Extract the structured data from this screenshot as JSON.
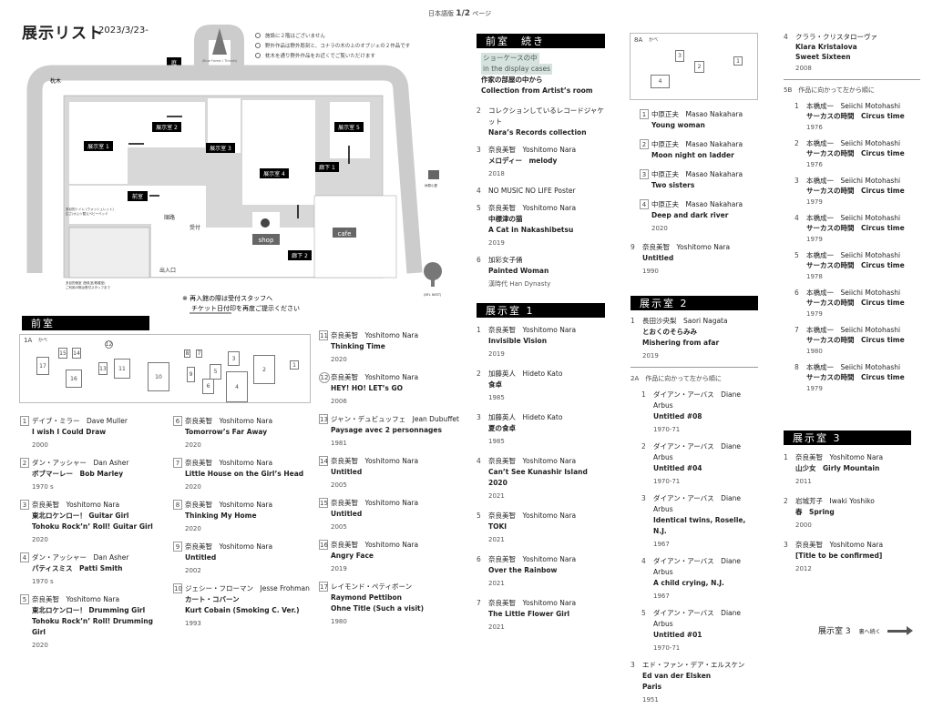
{
  "header": {
    "title": "展示リスト",
    "date": "2023/3/23-",
    "edition": "日本語版",
    "page": "1/2",
    "page_suffix": "ページ"
  },
  "map": {
    "notes": [
      "施設に２階はございません",
      "野外作品は野外彫刻と、コナラの木の上のオブジェの２作品です",
      "枕木を通り野外作品をお近くでご覧いただけます"
    ],
    "garden": "庭",
    "sleepers": "枕木",
    "outdoor_top": "(Blue Forest / Thicket)",
    "outdoor_bottom": "(BFL NEST)",
    "rooms": {
      "r1": "展示室 1",
      "r2": "展示室 2",
      "r3": "展示室 3",
      "r4": "展示室 4",
      "r5": "展示室 5",
      "front": "前室",
      "hall1": "廊下 1",
      "hall2": "廊下 2",
      "shop": "shop",
      "cafe": "cafe",
      "reception": "受付",
      "route": "順路",
      "entrance": "出入口",
      "toilet": "多目的トイレ (ウォッシュレット)",
      "toilet2": "広さ/オムツ替えベビーベッド",
      "nursing": "多目的個室 (授乳室/救護室)",
      "nursing2": "ご利用の際は受付スタッフまで",
      "locker": "休憩小屋"
    },
    "reentry": [
      "※ 再入館の際は受付スタッフへ",
      "チケット日付印を再度ご提示ください"
    ]
  },
  "front_room": {
    "title": "前室",
    "wall_label": "1A",
    "wall_sub": "かべ",
    "wall_boxes": [
      "17",
      "15",
      "14",
      "16",
      "13",
      "11",
      "10",
      "8",
      "7",
      "9",
      "5",
      "6",
      "3",
      "4",
      "2",
      "1"
    ],
    "wall_circle": "12",
    "items": [
      {
        "n": "1",
        "artist": "デイブ・ミラー　Dave Muller",
        "titles": [
          "I wish I Could Draw"
        ],
        "year": "2000"
      },
      {
        "n": "2",
        "artist": "ダン・アッシャー　Dan Asher",
        "titles": [
          "ボブマーレー　Bob Marley"
        ],
        "year": "1970 s"
      },
      {
        "n": "3",
        "artist": "奈良美智　Yoshitomo Nara",
        "titles": [
          "東北ロケンロー！ Guitar Girl",
          "Tohoku Rock’n’ Roll!  Guitar Girl"
        ],
        "year": "2020"
      },
      {
        "n": "4",
        "artist": "ダン・アッシャー　Dan Asher",
        "titles": [
          "パティスミス　Patti Smith"
        ],
        "year": "1970 s"
      },
      {
        "n": "5",
        "artist": "奈良美智　Yoshitomo Nara",
        "titles": [
          "東北ロケンロー！ Drumming Girl",
          "Tohoku Rock’n’ Roll! Drumming Girl"
        ],
        "year": "2020"
      },
      {
        "n": "6",
        "artist": "奈良美智　Yoshitomo Nara",
        "titles": [
          "Tomorrow’s Far Away"
        ],
        "year": "2020"
      },
      {
        "n": "7",
        "artist": "奈良美智　Yoshitomo Nara",
        "titles": [
          "Little House on the Girl’s Head"
        ],
        "year": "2020"
      },
      {
        "n": "8",
        "artist": "奈良美智　Yoshitomo Nara",
        "titles": [
          "Thinking My Home"
        ],
        "year": "2020"
      },
      {
        "n": "9",
        "artist": "奈良美智　Yoshitomo Nara",
        "titles": [
          "Untitled"
        ],
        "year": "2002"
      },
      {
        "n": "10",
        "artist": "ジェシー・フローマン　Jesse Frohman",
        "titles": [
          "カート・コバーン",
          "Kurt Cobain (Smoking C. Ver.)"
        ],
        "year": "1993"
      },
      {
        "n": "11",
        "artist": "奈良美智　Yoshitomo Nara",
        "titles": [
          "Thinking Time"
        ],
        "year": "2020"
      },
      {
        "n": "12",
        "circle": true,
        "artist": "奈良美智　Yoshitomo Nara",
        "titles": [
          "HEY! HO! LET’s GO"
        ],
        "year": "2006"
      },
      {
        "n": "13",
        "artist": "ジャン・デュビュッフェ　Jean Dubuffet",
        "titles": [
          "Paysage avec 2 personnages"
        ],
        "year": "1981"
      },
      {
        "n": "14",
        "artist": "奈良美智　Yoshitomo Nara",
        "titles": [
          "Untitled"
        ],
        "year": "2005"
      },
      {
        "n": "15",
        "artist": "奈良美智　Yoshitomo Nara",
        "titles": [
          "Untitled"
        ],
        "year": "2005"
      },
      {
        "n": "16",
        "artist": "奈良美智　Yoshitomo Nara",
        "titles": [
          "Angry Face"
        ],
        "year": "2019"
      },
      {
        "n": "17",
        "artist": "レイモンド・ペティボーン",
        "titles": [
          "Raymond Pettibon",
          "Ohne Title (Such a visit)"
        ],
        "year": "1980"
      }
    ]
  },
  "front_cont": {
    "title": "前室　続き",
    "showcase": [
      "ショーケースの中",
      "in the display cases"
    ],
    "collection": [
      "作家の部屋の中から",
      "Collection from Artist’s room"
    ],
    "items": [
      {
        "n": "2",
        "artist": "コレクションしているレコードジャケット",
        "titles": [
          "Nara’s Records collection"
        ]
      },
      {
        "n": "3",
        "artist": "奈良美智　Yoshitomo Nara",
        "titles": [
          "メロディー　melody"
        ],
        "year": "2018"
      },
      {
        "n": "4",
        "artist": "NO MUSIC NO LIFE Poster",
        "titles": []
      },
      {
        "n": "5",
        "artist": "奈良美智　Yoshitomo Nara",
        "titles": [
          "中標津の猫",
          "A Cat in Nakashibetsu"
        ],
        "year": "2019"
      },
      {
        "n": "6",
        "artist": "加彩女子俑",
        "titles": [
          "Painted Woman"
        ],
        "year": "漢時代 Han Dynasty"
      }
    ]
  },
  "room1": {
    "title": "展示室 1",
    "items": [
      {
        "n": "1",
        "artist": "奈良美智　Yoshitomo Nara",
        "titles": [
          "Invisible Vision"
        ],
        "year": "2019"
      },
      {
        "n": "2",
        "artist": "加藤英人　Hideto Kato",
        "titles": [
          "食卓"
        ],
        "year": "1985"
      },
      {
        "n": "3",
        "artist": "加藤英人　Hideto Kato",
        "titles": [
          "夏の食卓"
        ],
        "year": "1985"
      },
      {
        "n": "4",
        "artist": "奈良美智　Yoshitomo Nara",
        "titles": [
          "Can’t See Kunashir Island 2020"
        ],
        "year": "2021"
      },
      {
        "n": "5",
        "artist": "奈良美智　Yoshitomo Nara",
        "titles": [
          "TOKI"
        ],
        "year": "2021"
      },
      {
        "n": "6",
        "artist": "奈良美智　Yoshitomo Nara",
        "titles": [
          "Over the Rainbow"
        ],
        "year": "2021"
      },
      {
        "n": "7",
        "artist": "奈良美智　Yoshitomo Nara",
        "titles": [
          "The Little Flower Girl"
        ],
        "year": "2021"
      }
    ]
  },
  "room1_8a": {
    "wall_label": "8A",
    "wall_sub": "かべ",
    "wall_boxes": [
      "3",
      "2",
      "1",
      "4"
    ],
    "items": [
      {
        "n": "1",
        "artist": "中原正夫　Masao Nakahara",
        "titles": [
          "Young woman"
        ]
      },
      {
        "n": "2",
        "artist": "中原正夫　Masao Nakahara",
        "titles": [
          "Moon night on ladder"
        ]
      },
      {
        "n": "3",
        "artist": "中原正夫　Masao Nakahara",
        "titles": [
          "Two sisters"
        ]
      },
      {
        "n": "4",
        "artist": "中原正夫　Masao Nakahara",
        "titles": [
          "Deep and dark river"
        ],
        "year": "2020"
      }
    ],
    "after": [
      {
        "n": "9",
        "artist": "奈良美智　Yoshitomo Nara",
        "titles": [
          "Untitled"
        ],
        "year": "1990"
      }
    ]
  },
  "room2": {
    "title": "展示室 2",
    "items": [
      {
        "n": "1",
        "artist": "長田沙央梨　Saori Nagata",
        "titles": [
          "とおくのそらみみ",
          "Mishering from afar"
        ],
        "year": "2019"
      }
    ],
    "sub_label": "2A",
    "sub_note": "作品に向かって左から順に",
    "sub_items": [
      {
        "n": "1",
        "artist": "ダイアン・アーバス　Diane Arbus",
        "titles": [
          "Untitled #08"
        ],
        "year": "1970-71"
      },
      {
        "n": "2",
        "artist": "ダイアン・アーバス　Diane Arbus",
        "titles": [
          "Untitled #04"
        ],
        "year": "1970-71"
      },
      {
        "n": "3",
        "artist": "ダイアン・アーバス　Diane Arbus",
        "titles": [
          "Identical twins, Roselle, N.J."
        ],
        "year": "1967"
      },
      {
        "n": "4",
        "artist": "ダイアン・アーバス　Diane Arbus",
        "titles": [
          "A child crying, N.J."
        ],
        "year": "1967"
      },
      {
        "n": "5",
        "artist": "ダイアン・アーバス　Diane Arbus",
        "titles": [
          "Untitled #01"
        ],
        "year": "1970-71"
      }
    ],
    "after": [
      {
        "n": "3",
        "artist": "エド・ファン・デア・エルスケン",
        "titles": [
          "Ed van der Elsken",
          "Paris"
        ],
        "year": "1951"
      }
    ],
    "cont": [
      {
        "n": "4",
        "artist": "クララ・クリスタローヴァ",
        "titles": [
          "Klara Kristalova",
          "Sweet Sixteen"
        ],
        "year": "2008"
      }
    ],
    "sub2_label": "5B",
    "sub2_note": "作品に向かって左から順に",
    "sub2_items": [
      {
        "n": "1",
        "artist": "本橋成一　Seiichi Motohashi",
        "titles": [
          "サーカスの時間　Circus time"
        ],
        "year": "1976"
      },
      {
        "n": "2",
        "artist": "本橋成一　Seiichi Motohashi",
        "titles": [
          "サーカスの時間　Circus time"
        ],
        "year": "1976"
      },
      {
        "n": "3",
        "artist": "本橋成一　Seiichi Motohashi",
        "titles": [
          "サーカスの時間　Circus time"
        ],
        "year": "1979"
      },
      {
        "n": "4",
        "artist": "本橋成一　Seiichi Motohashi",
        "titles": [
          "サーカスの時間　Circus time"
        ],
        "year": "1979"
      },
      {
        "n": "5",
        "artist": "本橋成一　Seiichi Motohashi",
        "titles": [
          "サーカスの時間　Circus time"
        ],
        "year": "1978"
      },
      {
        "n": "6",
        "artist": "本橋成一　Seiichi Motohashi",
        "titles": [
          "サーカスの時間　Circus time"
        ],
        "year": "1979"
      },
      {
        "n": "7",
        "artist": "本橋成一　Seiichi Motohashi",
        "titles": [
          "サーカスの時間　Circus time"
        ],
        "year": "1980"
      },
      {
        "n": "8",
        "artist": "本橋成一　Seiichi Motohashi",
        "titles": [
          "サーカスの時間　Circus time"
        ],
        "year": "1979"
      }
    ]
  },
  "room3": {
    "title": "展示室 3",
    "items": [
      {
        "n": "1",
        "artist": "奈良美智　Yoshitomo Nara",
        "titles": [
          "山少女　Girly Mountain"
        ],
        "year": "2011"
      },
      {
        "n": "2",
        "artist": "岩城芳子　Iwaki Yoshiko",
        "titles": [
          "春　Spring"
        ],
        "year": "2000"
      },
      {
        "n": "3",
        "artist": "奈良美智　Yoshitomo Nara",
        "titles": [
          "[Title to be confirmed]"
        ],
        "year": "2012"
      }
    ]
  },
  "footer": {
    "room": "展示室 3",
    "continue": "裏へ続く"
  }
}
